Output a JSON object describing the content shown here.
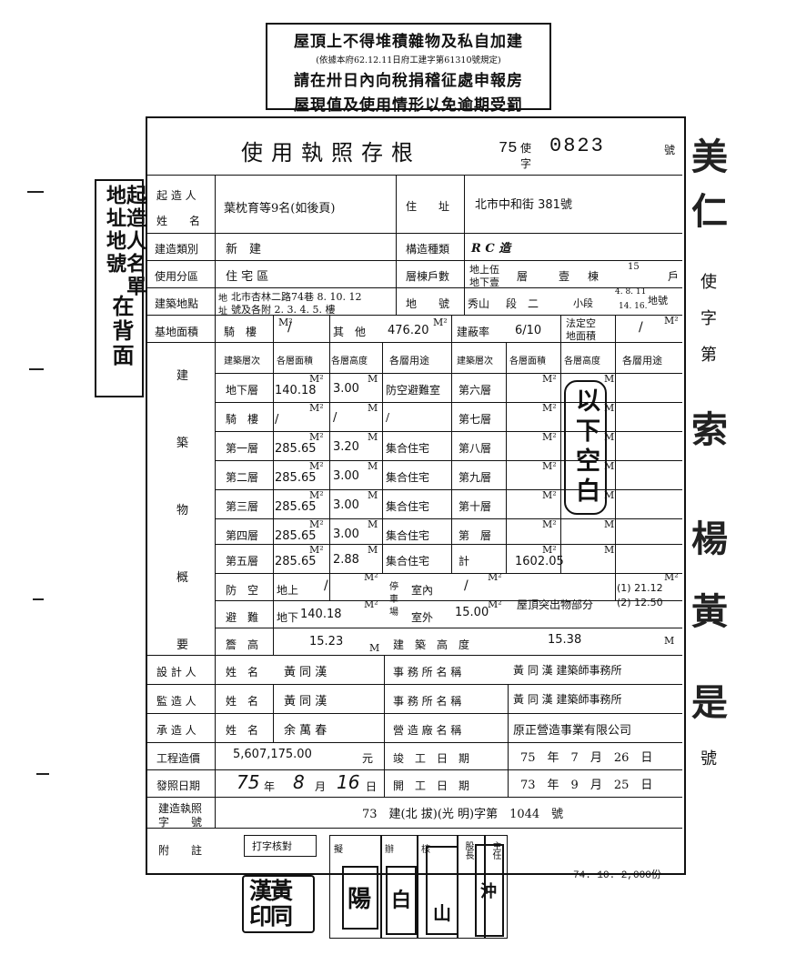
{
  "notice": {
    "line1": "屋頂上不得堆積雜物及私自加建",
    "line2": "(依據本府62.12.11日府工建字第61310號規定)",
    "line3": "請在卅日內向稅捐稽征處申報房",
    "line4": "屋現值及使用情形以免逾期受罰"
  },
  "side_label": {
    "col1": "起造人名單",
    "col2": "地址地號",
    "col3": "在背面"
  },
  "header": {
    "title": "使用執照存根",
    "year": "75",
    "word": "使字",
    "number": "0823",
    "suffix": "號"
  },
  "owner": {
    "label_top": "起 造 人",
    "label_bottom": "姓　　名",
    "value": "葉枕育等9名(如後頁)",
    "address_label": "住　　址",
    "address_value": "北市中和街 381號"
  },
  "building": {
    "category_label": "建造類別",
    "category_value": "新　建",
    "structure_label": "構造種類",
    "structure_value": "R C 造",
    "zone_label": "使用分區",
    "zone_value": "住 宅 區",
    "floors_label": "層棟戶數",
    "floors_above": "地上伍",
    "floors_below": "地下壹",
    "floors_ceng": "層",
    "floors_dong_count": "壹",
    "floors_dong": "棟",
    "households": "15",
    "household_unit": "戶"
  },
  "site": {
    "label": "建築地點",
    "address_label_a": "地",
    "address_label_b": "址",
    "address_line1": "北市杏林二路74巷 8. 10. 12",
    "address_line2": "號及各附 2. 3. 4. 5. 樓",
    "lot_label": "地　　號",
    "lot_district": "秀山",
    "lot_section_word": "段　二",
    "lot_subsection": "小段",
    "lot_numbers_1": "4. 8. 11",
    "lot_numbers_2": "14. 16.",
    "lot_suffix": "地號"
  },
  "area": {
    "base_label": "基地面積",
    "loft_label": "騎　樓",
    "loft_value": "/",
    "other_label": "其　他",
    "other_value": "476.20",
    "coverage_label": "建蔽率",
    "coverage_value": "6/10",
    "legal_label_1": "法定空",
    "legal_label_2": "地面積",
    "legal_value": "/",
    "unit_m2": "M²",
    "unit_m": "M"
  },
  "floors_table": {
    "section_label": [
      "建",
      "築",
      "物",
      "概",
      "要"
    ],
    "headers_left": [
      "建築層次",
      "各層面積",
      "各層高度",
      "各層用途"
    ],
    "headers_right": [
      "建築層次",
      "各層面積",
      "各層高度",
      "各層用途"
    ],
    "rows_left": [
      {
        "floor": "地下層",
        "area": "140.18",
        "height": "3.00",
        "use": "防空避難室"
      },
      {
        "floor": "騎　樓",
        "area": "/",
        "height": "/",
        "use": "/"
      },
      {
        "floor": "第一層",
        "area": "285.65",
        "height": "3.20",
        "use": "集合住宅"
      },
      {
        "floor": "第二層",
        "area": "285.65",
        "height": "3.00",
        "use": "集合住宅"
      },
      {
        "floor": "第三層",
        "area": "285.65",
        "height": "3.00",
        "use": "集合住宅"
      },
      {
        "floor": "第四層",
        "area": "285.65",
        "height": "3.00",
        "use": "集合住宅"
      },
      {
        "floor": "第五層",
        "area": "285.65",
        "height": "2.88",
        "use": "集合住宅"
      }
    ],
    "rows_right": [
      "第六層",
      "第七層",
      "第八層",
      "第九層",
      "第十層",
      "第　層",
      "計"
    ],
    "total_area": "1602.05",
    "void_note": "以下空白"
  },
  "shelter": {
    "label_1": "防　空",
    "label_2": "避　難",
    "above_label": "地上",
    "above_value": "/",
    "below_label": "地下",
    "below_value": "140.18",
    "parking_label_1": "停",
    "parking_label_2": "車",
    "parking_label_3": "場",
    "indoor_label": "室內",
    "indoor_value": "/",
    "outdoor_label": "室外",
    "outdoor_value": "15.00",
    "roof_label": "屋頂突出物部分",
    "roof_value_1": "(1) 21.12",
    "roof_value_2": "(2) 12.50"
  },
  "heights": {
    "eave_label": "簷　高",
    "eave_value": "15.23",
    "building_label": "建　築　高　度",
    "building_value": "15.38"
  },
  "people": {
    "name_label": "姓　名",
    "firm_label": "事 務 所 名 稱",
    "contractor_firm_label": "營 造 廠 名 稱",
    "designer_label": "設 計 人",
    "designer_name": "黃 同 漢",
    "designer_firm": "黃 同 漢 建築師事務所",
    "supervisor_label": "監 造 人",
    "supervisor_name": "黃 同 漢",
    "supervisor_firm": "黃 同 漢 建築師事務所",
    "contractor_label": "承 造 人",
    "contractor_name": "余 萬 春",
    "contractor_firm": "原正營造事業有限公司"
  },
  "cost": {
    "label": "工程造價",
    "value": "5,607,175.00",
    "unit": "元",
    "completion_label": "竣　工　日　期",
    "completion_value": "75　年　7　月　26　日"
  },
  "issue": {
    "label": "發照日期",
    "year": "75",
    "month": "8",
    "day": "16",
    "year_unit": "年",
    "month_unit": "月",
    "day_unit": "日",
    "start_label": "開　工　日　期",
    "start_value": "73　年　9　月　25　日"
  },
  "permit": {
    "label_1": "建造執照",
    "label_2": "字　　號",
    "value": "73　建(北 拔)(光 明)字第　1044　號"
  },
  "note": {
    "label": "附　　註",
    "typed_label": "打字核對",
    "box_labels": [
      "擬",
      "辦",
      "核",
      "股長",
      "主任"
    ]
  },
  "stamps": {
    "seal_1": "漢黃印同",
    "seal_2": "陽",
    "seal_3": "白",
    "seal_4": "山",
    "seal_5": "沖"
  },
  "right_margin": {
    "chars": [
      "美",
      "仁",
      "索",
      "楊",
      "黃",
      "是"
    ],
    "small": [
      "使",
      "字",
      "第",
      "號"
    ]
  },
  "footer": "74. 10. 2,000份"
}
